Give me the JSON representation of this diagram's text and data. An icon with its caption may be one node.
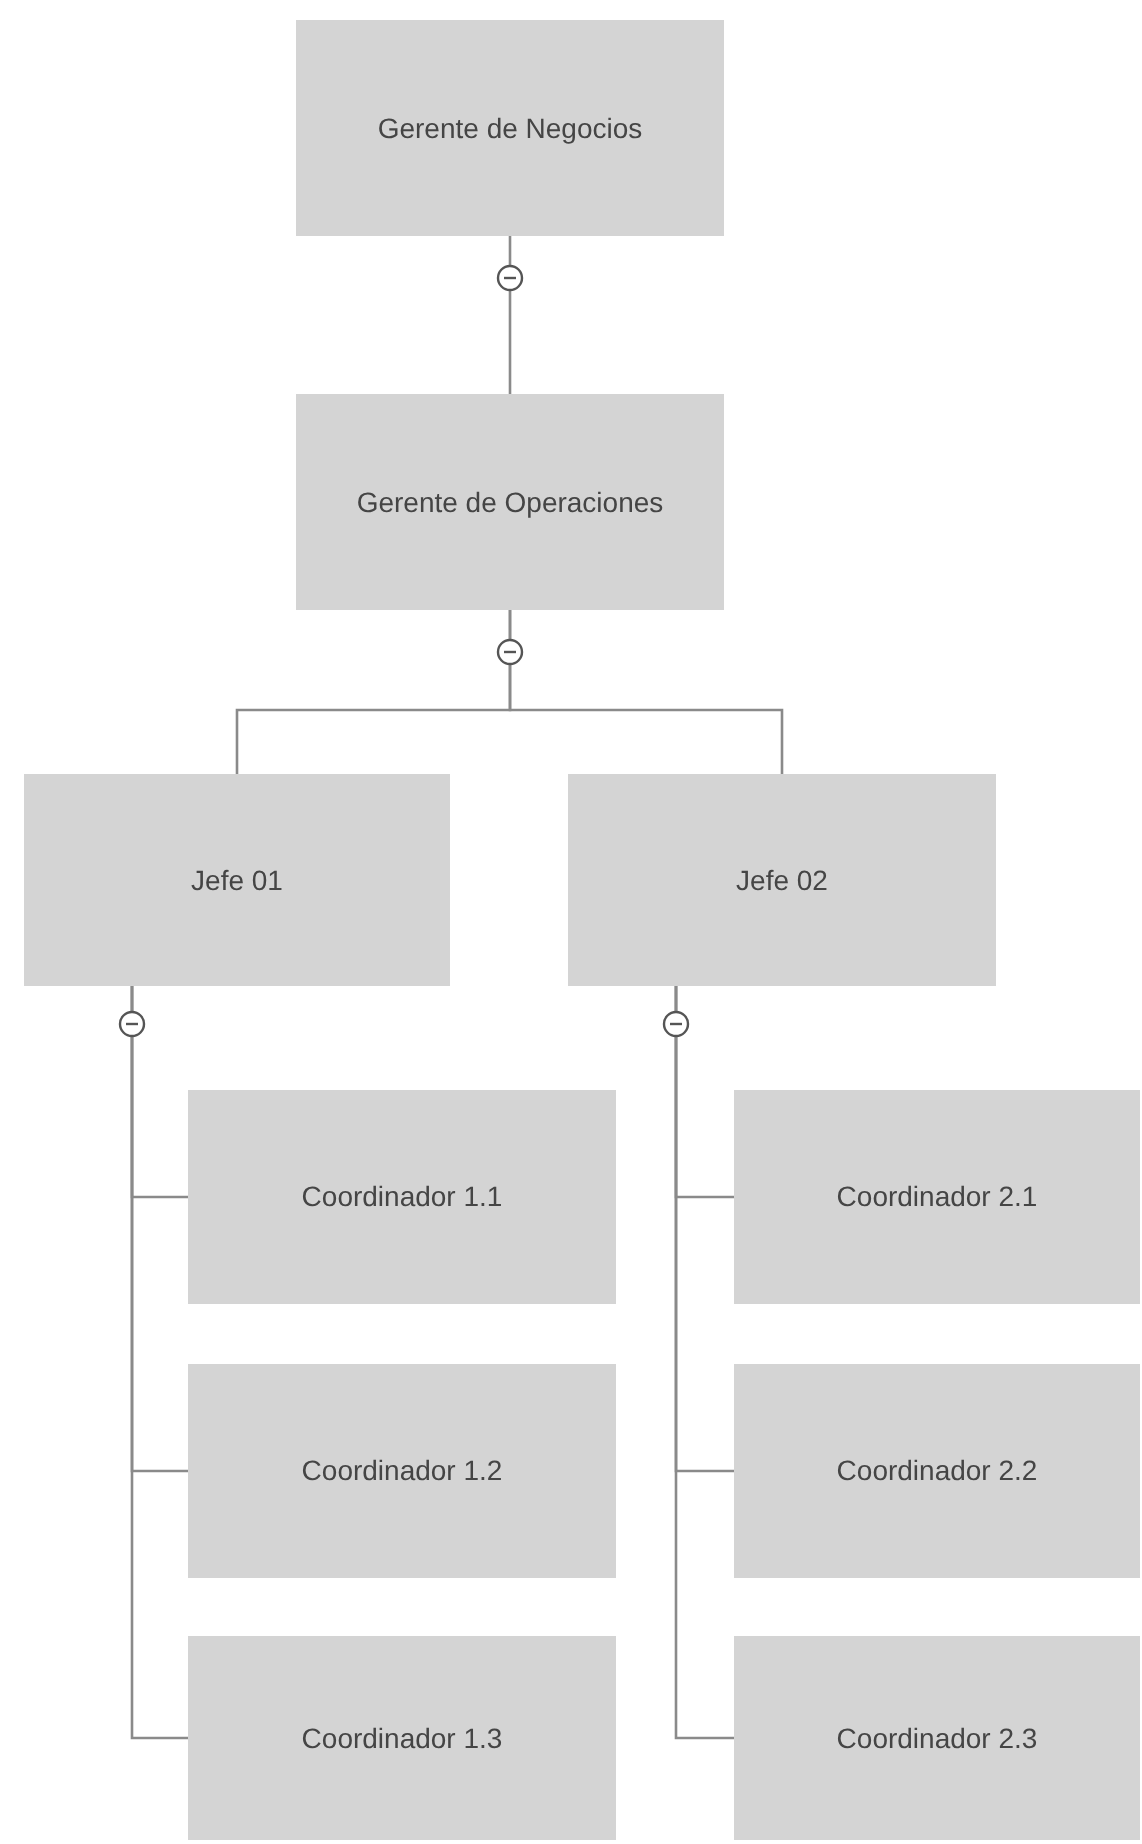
{
  "diagram": {
    "nodes": [
      {
        "text": [
          "Gerente de Negocios"
        ]
      },
      {
        "text": [
          "Gerente de Operaciones"
        ]
      },
      {
        "text": [
          "Jefe 01"
        ]
      },
      {
        "text": [
          "Jefe 02"
        ]
      },
      {
        "text": [
          "Coordinador 1.1"
        ]
      },
      {
        "text": [
          "Coordinador 1.2"
        ]
      },
      {
        "text": [
          "Coordinador 1.3"
        ]
      },
      {
        "text": [
          "Coordinador 2.1"
        ]
      },
      {
        "text": [
          "Coordinador 2.2"
        ]
      },
      {
        "text": [
          "Coordinador 2.3"
        ]
      }
    ],
    "edges": [
      {
        "from": 0,
        "to": 1,
        "arrow": "none"
      },
      {
        "from": 1,
        "to": 2,
        "arrow": "none"
      },
      {
        "from": 1,
        "to": 3,
        "arrow": "none"
      },
      {
        "from": 2,
        "to": 4,
        "arrow": "none"
      },
      {
        "from": 2,
        "to": 5,
        "arrow": "none"
      },
      {
        "from": 2,
        "to": 6,
        "arrow": "none"
      },
      {
        "from": 3,
        "to": 7,
        "arrow": "none"
      },
      {
        "from": 3,
        "to": 8,
        "arrow": "none"
      },
      {
        "from": 3,
        "to": 9,
        "arrow": "none"
      }
    ]
  }
}
